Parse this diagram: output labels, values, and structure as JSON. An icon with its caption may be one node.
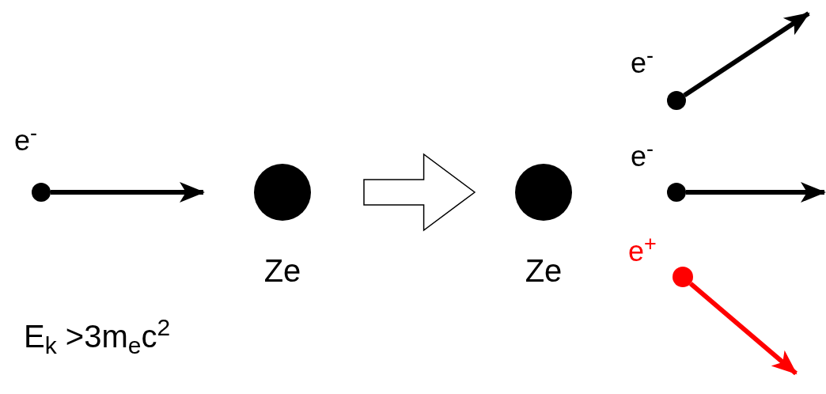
{
  "diagram": {
    "nodes": [
      {
        "text": [],
        "shape": "circle",
        "beside": [
          "e$^{-}$"
        ]
      },
      {
        "text": [],
        "shape": "circle",
        "beside": [
          "Ze"
        ]
      },
      {
        "text": [],
        "shape": "circle",
        "beside": [
          "Ze"
        ]
      },
      {
        "text": [],
        "shape": "circle",
        "beside": [
          "e$^{-}$"
        ]
      },
      {
        "text": [],
        "shape": "circle",
        "beside": [
          "e$^{-}$"
        ]
      },
      {
        "text": [],
        "shape": "circle",
        "beside": [
          "e$^{+}$"
        ]
      }
    ],
    "edges": [
      {
        "from": 0,
        "to": null,
        "arrow": "to"
      },
      {
        "from": 1,
        "to": 2,
        "arrow": "to",
        "style": "thick"
      },
      {
        "from": 3,
        "to": null,
        "arrow": "to"
      },
      {
        "from": 4,
        "to": null,
        "arrow": "to"
      },
      {
        "from": 5,
        "to": null,
        "arrow": "to",
        "color": "#ff0000"
      }
    ],
    "labels": [
      "E$_{k}$ >3m$_{e}$c$^{2}$"
    ]
  }
}
